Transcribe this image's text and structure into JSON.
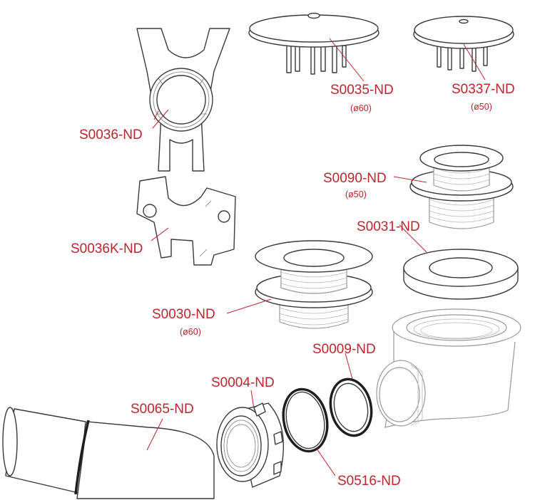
{
  "labels": {
    "s0035": "S0035-ND",
    "s0035_size": "(ø60)",
    "s0337": "S0337-ND",
    "s0337_size": "(ø50)",
    "s0036": "S0036-ND",
    "s0036k": "S0036K-ND",
    "s0090": "S0090-ND",
    "s0090_size": "(ø50)",
    "s0031": "S0031-ND",
    "s0030": "S0030-ND",
    "s0030_size": "(ø60)",
    "s0009": "S0009-ND",
    "s0004": "S0004-ND",
    "s0065": "S0065-ND",
    "s0516": "S0516-ND"
  },
  "colors": {
    "label": "#c0242c",
    "line": "#3a3a3a"
  }
}
